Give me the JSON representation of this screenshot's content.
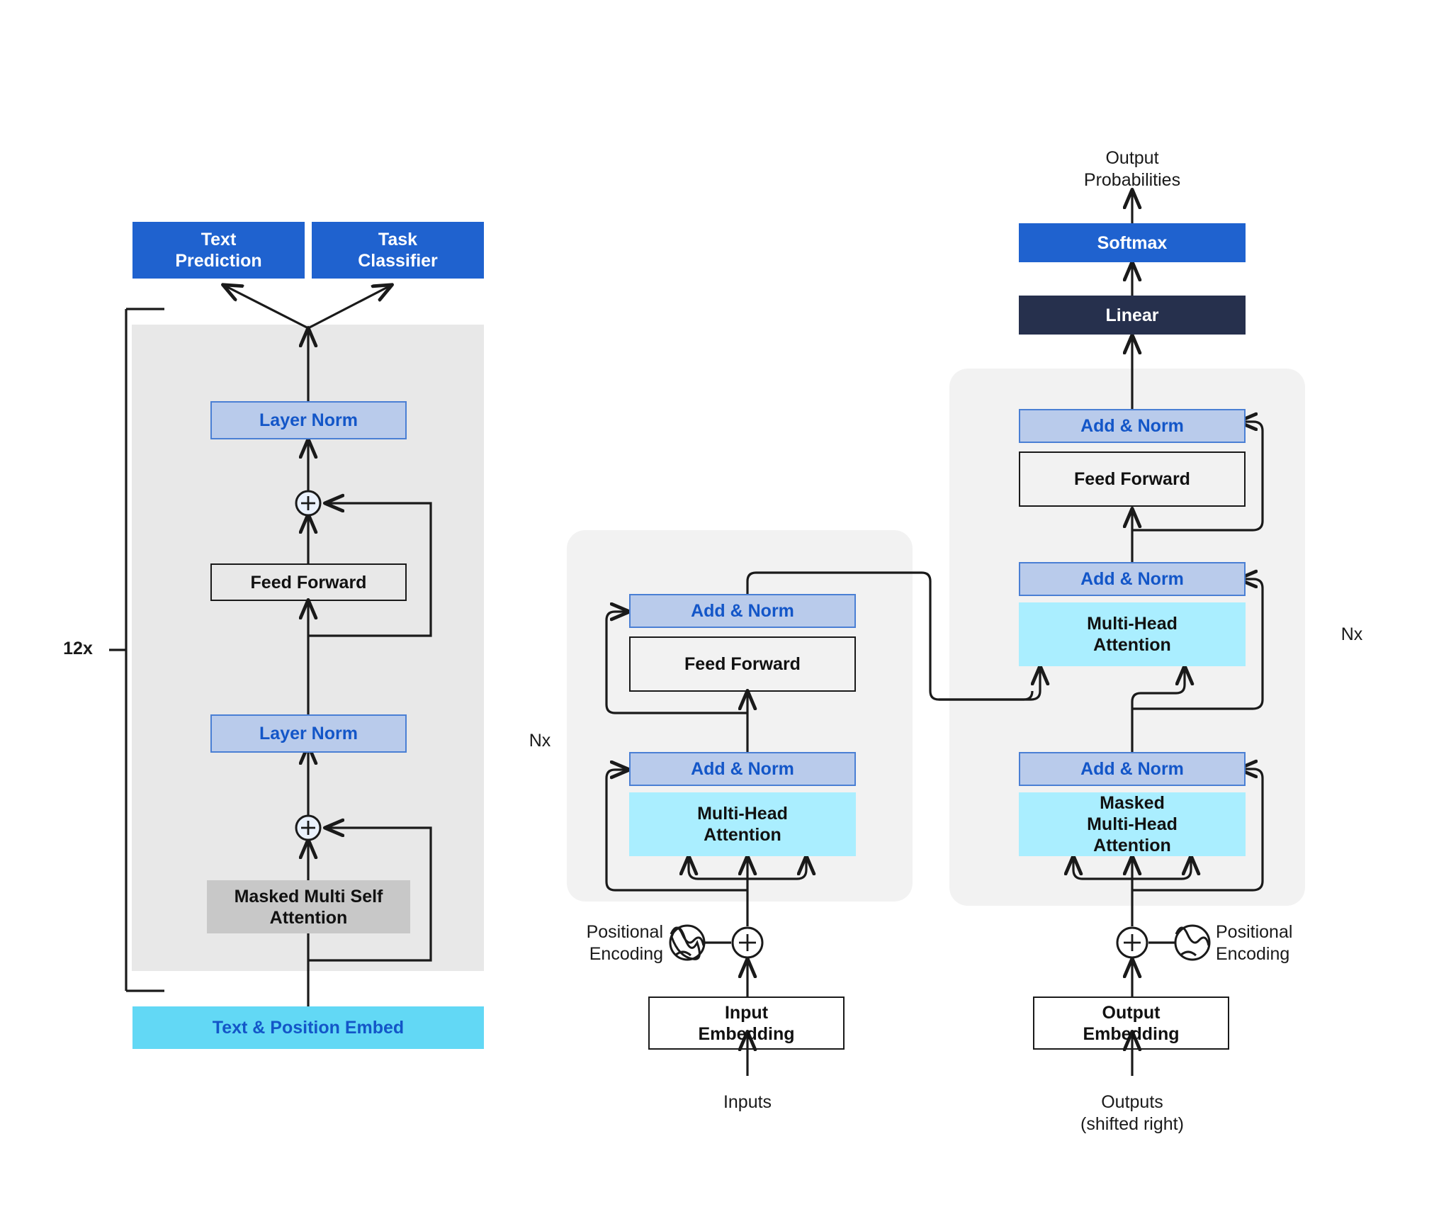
{
  "diagram": {
    "title": "Transformer architecture variants",
    "colors": {
      "solid_blue": "#1f62cf",
      "navy": "#26304d",
      "layer_norm_fill": "#b9cbeb",
      "layer_norm_border": "#4a7fd4",
      "layer_norm_text": "#1356c8",
      "cyan_embed": "#62d8f5",
      "cyan_attention": "#aaeeff",
      "grey_masked": "#c8c8c8",
      "panel_grey": "#e8e8e8",
      "panel_soft": "#f2f2f2",
      "stroke": "#1a1a1a"
    }
  },
  "gpt": {
    "repeat_label": "12x",
    "heads": [
      {
        "label": "Text\nPrediction"
      },
      {
        "label": "Task\nClassifier"
      }
    ],
    "stack": [
      {
        "label": "Layer Norm",
        "style": "layer-norm"
      },
      {
        "label": "+",
        "style": "add-node"
      },
      {
        "label": "Feed Forward",
        "style": "white-box"
      },
      {
        "label": "Layer Norm",
        "style": "layer-norm"
      },
      {
        "label": "+",
        "style": "add-node"
      },
      {
        "label": "Masked Multi Self\nAttention",
        "style": "grey-box"
      }
    ],
    "embed": {
      "label": "Text & Position Embed"
    }
  },
  "encoder": {
    "repeat_label": "Nx",
    "blocks": [
      {
        "label": "Add & Norm",
        "style": "layer-norm"
      },
      {
        "label": "Feed Forward",
        "style": "white-box"
      },
      {
        "label": "Add & Norm",
        "style": "layer-norm"
      },
      {
        "label": "Multi-Head\nAttention",
        "style": "cyan-box"
      }
    ],
    "positional_encoding_label": "Positional\nEncoding",
    "positional_encoding_icon": "sine-circle-icon",
    "add_node": "+",
    "embedding": {
      "label": "Input\nEmbedding"
    },
    "input_label": "Inputs"
  },
  "decoder": {
    "repeat_label": "Nx",
    "output_label": "Output\nProbabilities",
    "softmax": {
      "label": "Softmax"
    },
    "linear": {
      "label": "Linear"
    },
    "blocks": [
      {
        "label": "Add & Norm",
        "style": "layer-norm"
      },
      {
        "label": "Feed Forward",
        "style": "white-box"
      },
      {
        "label": "Add & Norm",
        "style": "layer-norm"
      },
      {
        "label": "Multi-Head\nAttention",
        "style": "cyan-box"
      },
      {
        "label": "Add & Norm",
        "style": "layer-norm"
      },
      {
        "label": "Masked\nMulti-Head\nAttention",
        "style": "cyan-box"
      }
    ],
    "positional_encoding_label": "Positional\nEncoding",
    "positional_encoding_icon": "sine-circle-icon",
    "add_node": "+",
    "embedding": {
      "label": "Output\nEmbedding"
    },
    "input_label": "Outputs\n(shifted right)"
  }
}
